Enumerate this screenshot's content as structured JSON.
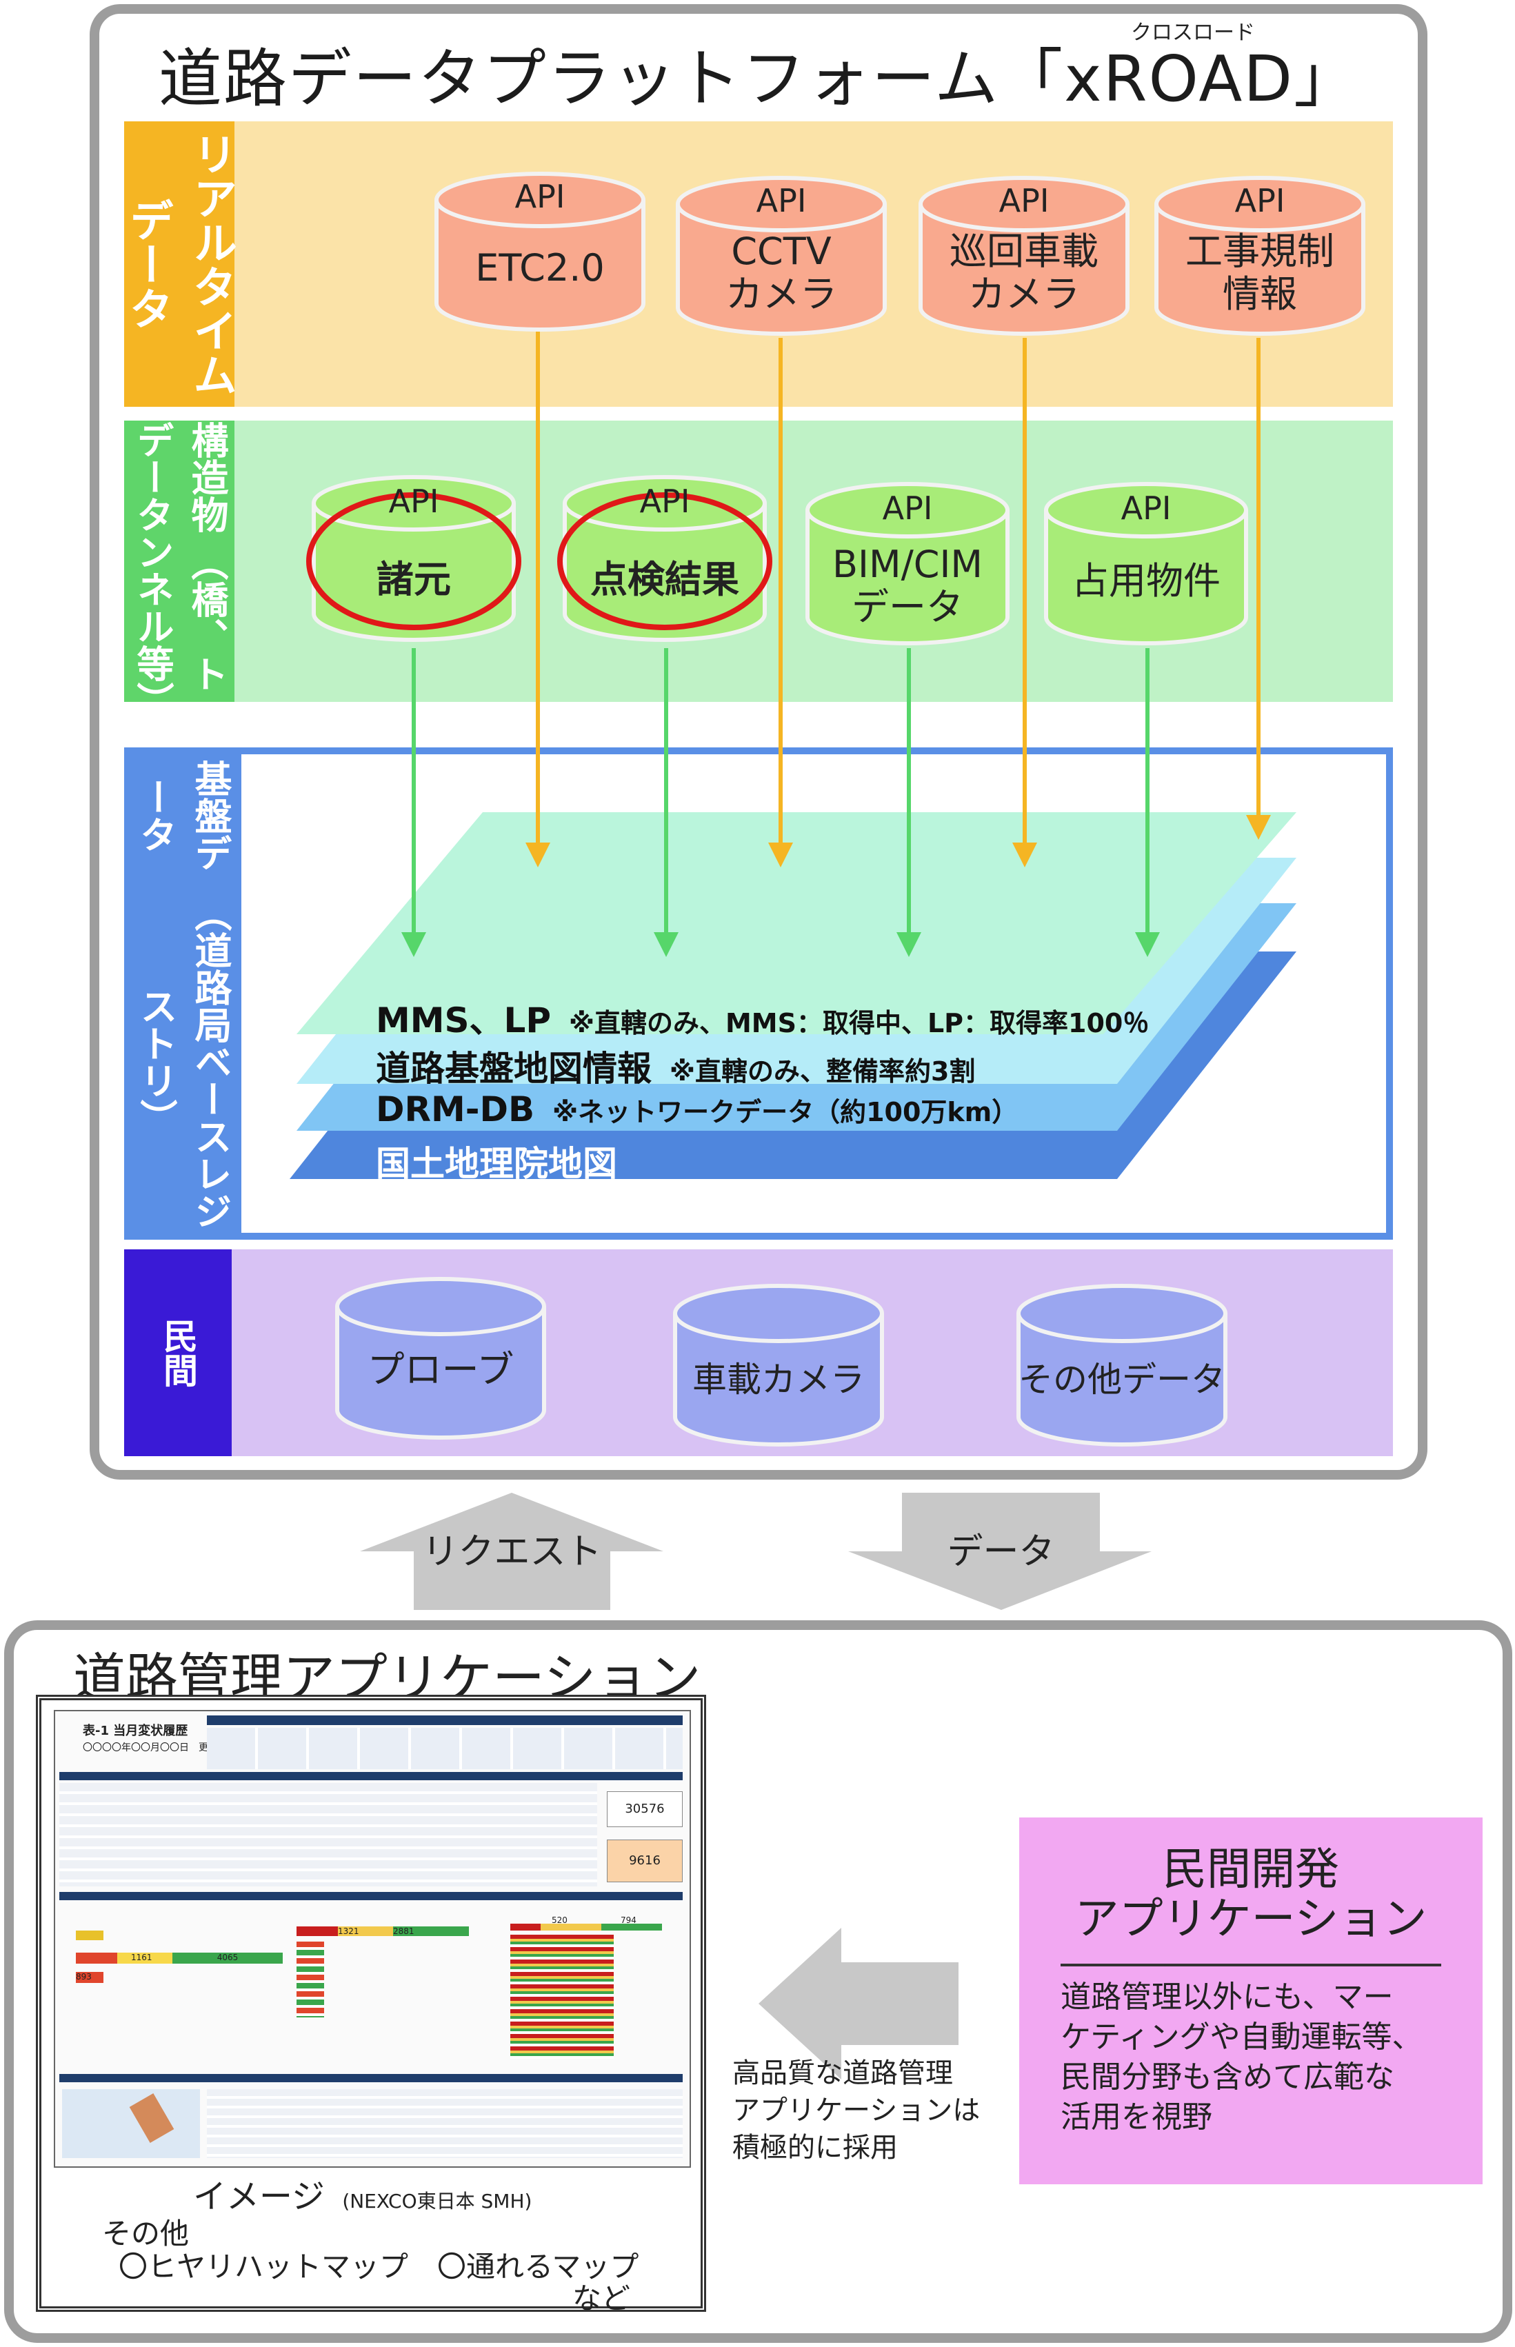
{
  "title": {
    "main": "道路データプラットフォーム「xROAD」",
    "ruby": "クロスロード"
  },
  "bands": {
    "realtime": {
      "label": "リアルタイムデータ",
      "items": [
        {
          "api": "API",
          "label": "ETC2.0"
        },
        {
          "api": "API",
          "label": "CCTV\nカメラ"
        },
        {
          "api": "API",
          "label": "巡回車載\nカメラ"
        },
        {
          "api": "API",
          "label": "工事規制\n情報"
        }
      ]
    },
    "structure": {
      "label": "構造物データ",
      "label_sub": "（橋、トンネル等）",
      "items": [
        {
          "api": "API",
          "label": "諸元"
        },
        {
          "api": "API",
          "label": "点検結果"
        },
        {
          "api": "API",
          "label": "BIM/CIM\nデータ"
        },
        {
          "api": "API",
          "label": "占用物件"
        }
      ]
    },
    "base": {
      "label": "基盤データ",
      "label_sub": "（道路局ベースレジストリ）",
      "layers": [
        {
          "main": "MMS、LP",
          "note": "※直轄のみ、MMS：取得中、LP：取得率100％"
        },
        {
          "main": "道路基盤地図情報",
          "note": "※直轄のみ、整備率約3割"
        },
        {
          "main": "DRM-DB",
          "note": "※ネットワークデータ（約100万km）"
        },
        {
          "main": "国土地理院地図",
          "note": ""
        }
      ]
    },
    "private": {
      "label": "民間",
      "items": [
        {
          "label": "プローブ"
        },
        {
          "label": "車載カメラ"
        },
        {
          "label": "その他データ"
        }
      ]
    }
  },
  "flow": {
    "request": "リクエスト",
    "data": "データ"
  },
  "app": {
    "title": "道路管理アプリケーション",
    "image_caption": "イメージ",
    "image_caption_note": "(NEXCO東日本 SMH)",
    "others_heading": "その他",
    "others_items": "〇ヒヤリハットマップ　〇通れるマップ",
    "others_suffix": "など",
    "adoption_note_1": "高品質な道路管理",
    "adoption_note_2": "アプリケーションは",
    "adoption_note_3": "積極的に採用",
    "private_app_title_1": "民間開発",
    "private_app_title_2": "アプリケーション",
    "private_app_desc_1": "道路管理以外にも、マー",
    "private_app_desc_2": "ケティングや自動運転等、",
    "private_app_desc_3": "民間分野も含めて広範な",
    "private_app_desc_4": "活用を視野"
  },
  "screenshot": {
    "header_title": "表-1 当月変状履歴",
    "header_date": "〇〇〇〇年〇〇月〇〇日　更新データ",
    "kpi_1": "30576",
    "kpi_2": "9616",
    "bar_labels": [
      "4065",
      "1161",
      "893",
      "1321",
      "2881",
      "520",
      "794"
    ]
  },
  "colors": {
    "realtime_bg": "#fbe3a8",
    "realtime_label": "#f5b523",
    "realtime_cyl": "#f9a98e",
    "structure_bg": "#bff2c6",
    "structure_label": "#5fd56a",
    "structure_cyl": "#a8ec78",
    "base_border": "#5a8fe6",
    "base_label": "#5a8fe6",
    "private_bg": "#d8c2f4",
    "private_label": "#3a1ad6",
    "private_cyl": "#9aa6f0",
    "orange_arrow": "#f5b523",
    "green_arrow": "#56d66a",
    "red_circle": "#e01818",
    "pink_box": "#f2a8f2"
  }
}
